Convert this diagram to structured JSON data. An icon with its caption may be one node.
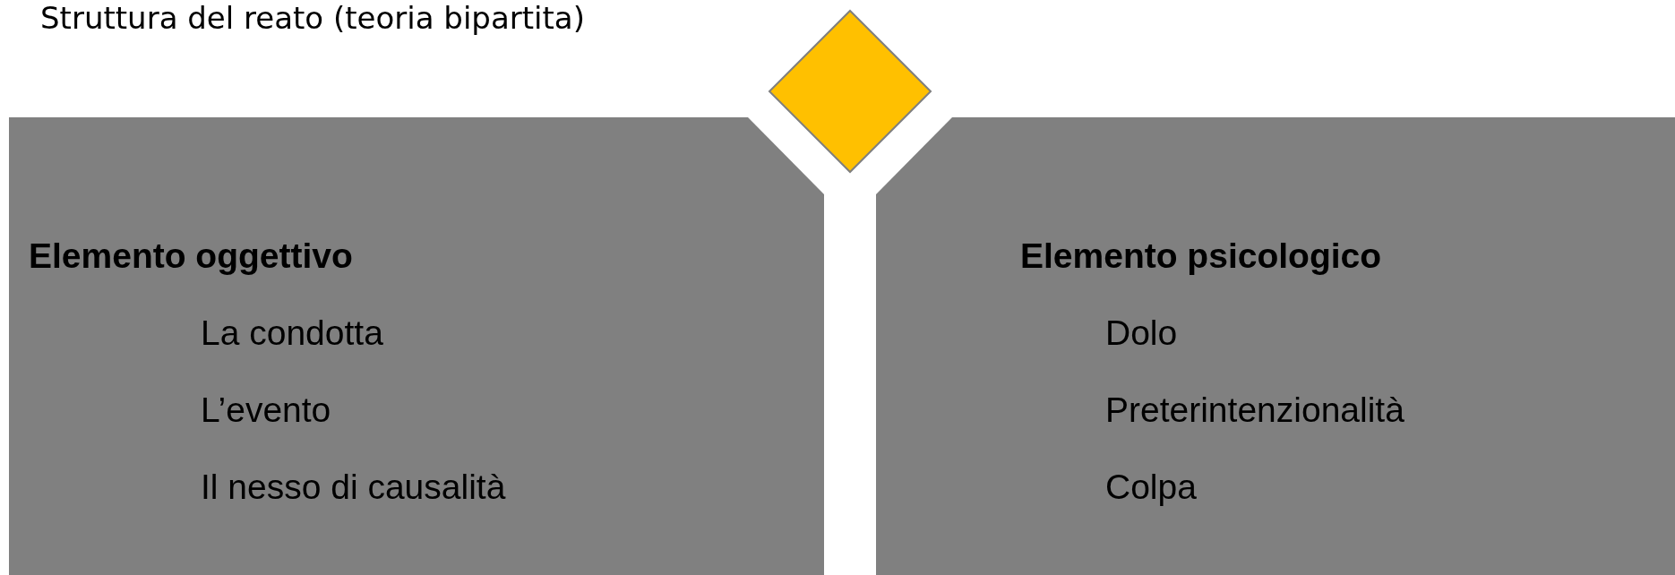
{
  "diagram": {
    "title": "Struttura del reato (teoria bipartita)",
    "nodes": [
      {
        "text": [],
        "shape": "diamond"
      },
      {
        "text": [
          "Elemento oggettivo",
          "La condotta",
          "L’evento",
          "Il nesso di causalità"
        ]
      },
      {
        "text": [
          "Elemento psicologico",
          "Dolo",
          "Preterintenzionalità",
          "Colpa"
        ]
      }
    ]
  }
}
